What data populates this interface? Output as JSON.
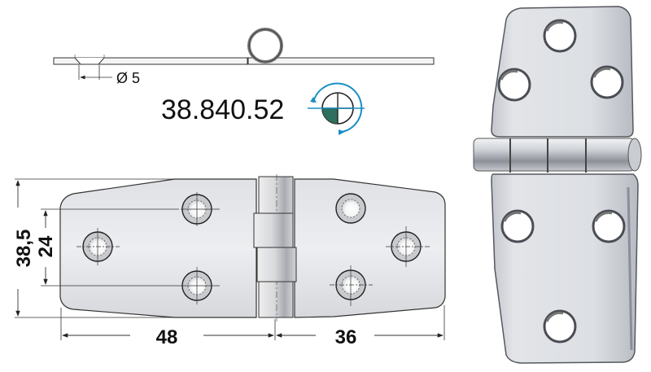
{
  "product": {
    "code": "38.840.52",
    "type": "hinge"
  },
  "side_profile": {
    "hole_label": "Ø 5"
  },
  "dimensions": {
    "overall_height": "38,5",
    "hole_spacing_vertical": "24",
    "left_leaf_width": "48",
    "right_leaf_width": "36"
  },
  "symbol": {
    "name": "rotation-orientation-symbol",
    "accent_color": "#1a8fc4",
    "fill_color": "#2f6f5f"
  },
  "colors": {
    "line": "#222222",
    "metal_light": "#e8e9ec",
    "metal_mid": "#c9cbd0",
    "metal_dark": "#8f939b"
  }
}
